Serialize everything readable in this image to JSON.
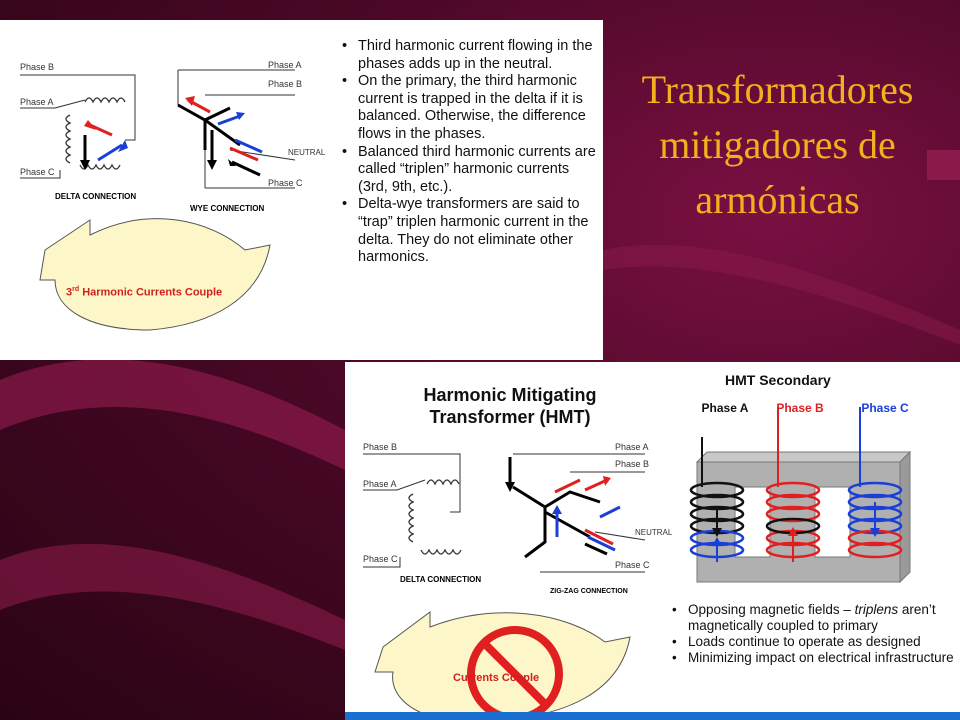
{
  "title": "Transformadores mitigadores de armónicas",
  "top_panel": {
    "delta": {
      "labels": [
        "Phase B",
        "Phase A",
        "Phase C"
      ],
      "caption": "DELTA CONNECTION"
    },
    "wye": {
      "labels": [
        "Phase A",
        "Phase B",
        "NEUTRAL",
        "Phase C"
      ],
      "caption": "WYE CONNECTION"
    },
    "arrow_text": "Harmonic Currents Couple",
    "arrow_text_prefix": "3",
    "arrow_text_sup": "rd",
    "bullets": [
      "Third harmonic current flowing in the phases adds up in the neutral.",
      "On the primary, the third harmonic current is trapped in the delta if it is balanced. Otherwise, the difference flows in the phases.",
      "Balanced third harmonic currents are called “triplen” harmonic currents (3rd, 9th, etc.).",
      "Delta-wye transformers are said to “trap” triplen harmonic current in the delta. They do not eliminate other harmonics."
    ]
  },
  "bottom_panel": {
    "hmt_title": "Harmonic Mitigating Transformer (HMT)",
    "delta": {
      "labels": [
        "Phase B",
        "Phase A",
        "Phase C"
      ],
      "caption": "DELTA CONNECTION"
    },
    "zigzag": {
      "labels": [
        "Phase A",
        "Phase B",
        "NEUTRAL",
        "Phase C"
      ],
      "caption": "ZIG-ZAG CONNECTION"
    },
    "arrow_text": "Currents Couple",
    "secondary_title": "HMT Secondary",
    "phases": [
      {
        "name": "Phase A",
        "color": "#111111"
      },
      {
        "name": "Phase B",
        "color": "#e02020"
      },
      {
        "name": "Phase C",
        "color": "#1a3fd8"
      }
    ],
    "bullets_parts": {
      "b1_pre": "Opposing magnetic fields – ",
      "b1_em": "triplens",
      "b1_post": " aren’t magnetically coupled to primary"
    },
    "bullets": [
      "Loads continue to operate as designed",
      "Minimizing impact on electrical infrastructure"
    ]
  },
  "colors": {
    "title": "#f2b01e",
    "red": "#e02020",
    "blue": "#1a3fd8",
    "arrow_fill": "#fdf6c8"
  }
}
